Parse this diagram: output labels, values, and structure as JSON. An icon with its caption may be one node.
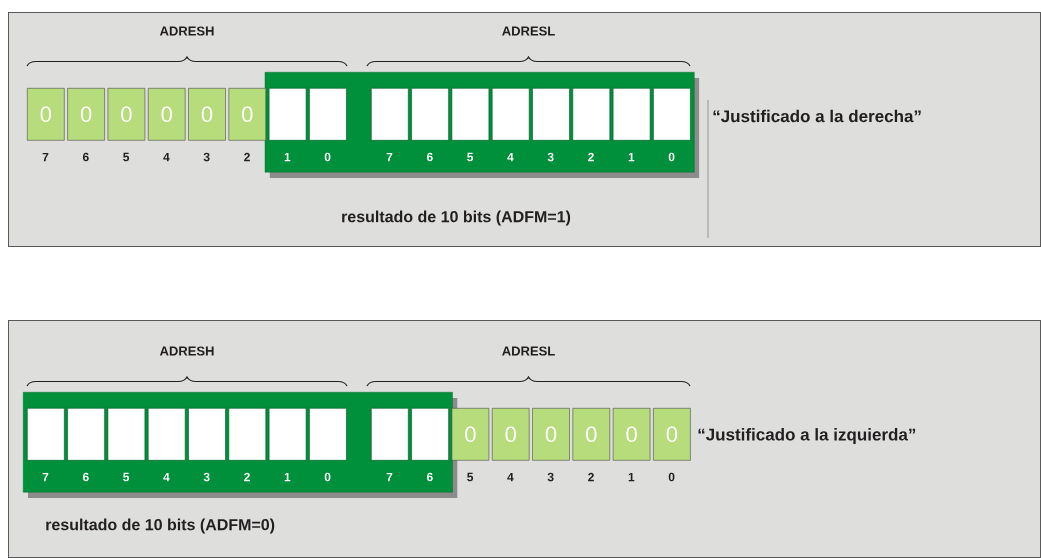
{
  "diagram": {
    "nodes": [
      {
        "text": [
          "“Justificado a la derecha”",
          "resultado de 10 bits (ADFM=1)"
        ]
      },
      {
        "text": [],
        "shape": "box",
        "in": 0
      },
      {
        "text": [
          "0"
        ],
        "beside": [
          "7"
        ],
        "in": 0
      },
      {
        "text": [
          "0"
        ],
        "beside": [
          "6"
        ],
        "in": 0
      },
      {
        "text": [
          "0"
        ],
        "beside": [
          "5"
        ],
        "in": 0
      },
      {
        "text": [
          "0"
        ],
        "beside": [
          "4"
        ],
        "in": 0
      },
      {
        "text": [
          "0"
        ],
        "beside": [
          "3"
        ],
        "in": 0
      },
      {
        "text": [
          "0"
        ],
        "beside": [
          "2"
        ],
        "in": 0
      },
      {
        "text": [],
        "shape": "box",
        "beside": [
          "1"
        ],
        "in": 1
      },
      {
        "text": [],
        "shape": "box",
        "beside": [
          "0"
        ],
        "in": 1
      },
      {
        "text": [],
        "shape": "box",
        "beside": [
          "7"
        ],
        "in": 1
      },
      {
        "text": [],
        "shape": "box",
        "beside": [
          "6"
        ],
        "in": 1
      },
      {
        "text": [],
        "shape": "box",
        "beside": [
          "5"
        ],
        "in": 1
      },
      {
        "text": [],
        "shape": "box",
        "beside": [
          "4"
        ],
        "in": 1
      },
      {
        "text": [],
        "shape": "box",
        "beside": [
          "3"
        ],
        "in": 1
      },
      {
        "text": [],
        "shape": "box",
        "beside": [
          "2"
        ],
        "in": 1
      },
      {
        "text": [],
        "shape": "box",
        "beside": [
          "1"
        ],
        "in": 1
      },
      {
        "text": [],
        "shape": "box",
        "beside": [
          "0"
        ],
        "in": 1
      },
      {
        "text": [
          "“Justificado a la izquierda”",
          "resultado de 10 bits  (ADFM=0)"
        ]
      },
      {
        "text": [],
        "shape": "box",
        "in": 18
      },
      {
        "text": [],
        "shape": "box",
        "beside": [
          "7"
        ],
        "in": 19
      },
      {
        "text": [],
        "shape": "box",
        "beside": [
          "6"
        ],
        "in": 19
      },
      {
        "text": [],
        "shape": "box",
        "beside": [
          "5"
        ],
        "in": 19
      },
      {
        "text": [],
        "shape": "box",
        "beside": [
          "4"
        ],
        "in": 19
      },
      {
        "text": [],
        "shape": "box",
        "beside": [
          "3"
        ],
        "in": 19
      },
      {
        "text": [],
        "shape": "box",
        "beside": [
          "2"
        ],
        "in": 19
      },
      {
        "text": [],
        "shape": "box",
        "beside": [
          "1"
        ],
        "in": 19
      },
      {
        "text": [],
        "shape": "box",
        "beside": [
          "0"
        ],
        "in": 19
      },
      {
        "text": [],
        "shape": "box",
        "beside": [
          "7"
        ],
        "in": 19
      },
      {
        "text": [],
        "shape": "box",
        "beside": [
          "6"
        ],
        "in": 19
      },
      {
        "text": [
          "0"
        ],
        "beside": [
          "5"
        ],
        "in": 18
      },
      {
        "text": [
          "0"
        ],
        "beside": [
          "4"
        ],
        "in": 18
      },
      {
        "text": [
          "0"
        ],
        "beside": [
          "3"
        ],
        "in": 18
      },
      {
        "text": [
          "0"
        ],
        "beside": [
          "2"
        ],
        "in": 18
      },
      {
        "text": [
          "0"
        ],
        "beside": [
          "1"
        ],
        "in": 18
      },
      {
        "text": [
          "0"
        ],
        "beside": [
          "0"
        ],
        "in": 18
      }
    ],
    "labels": [
      "ADRESH",
      "ADRESL",
      "ADRESH",
      "ADRESL"
    ]
  }
}
